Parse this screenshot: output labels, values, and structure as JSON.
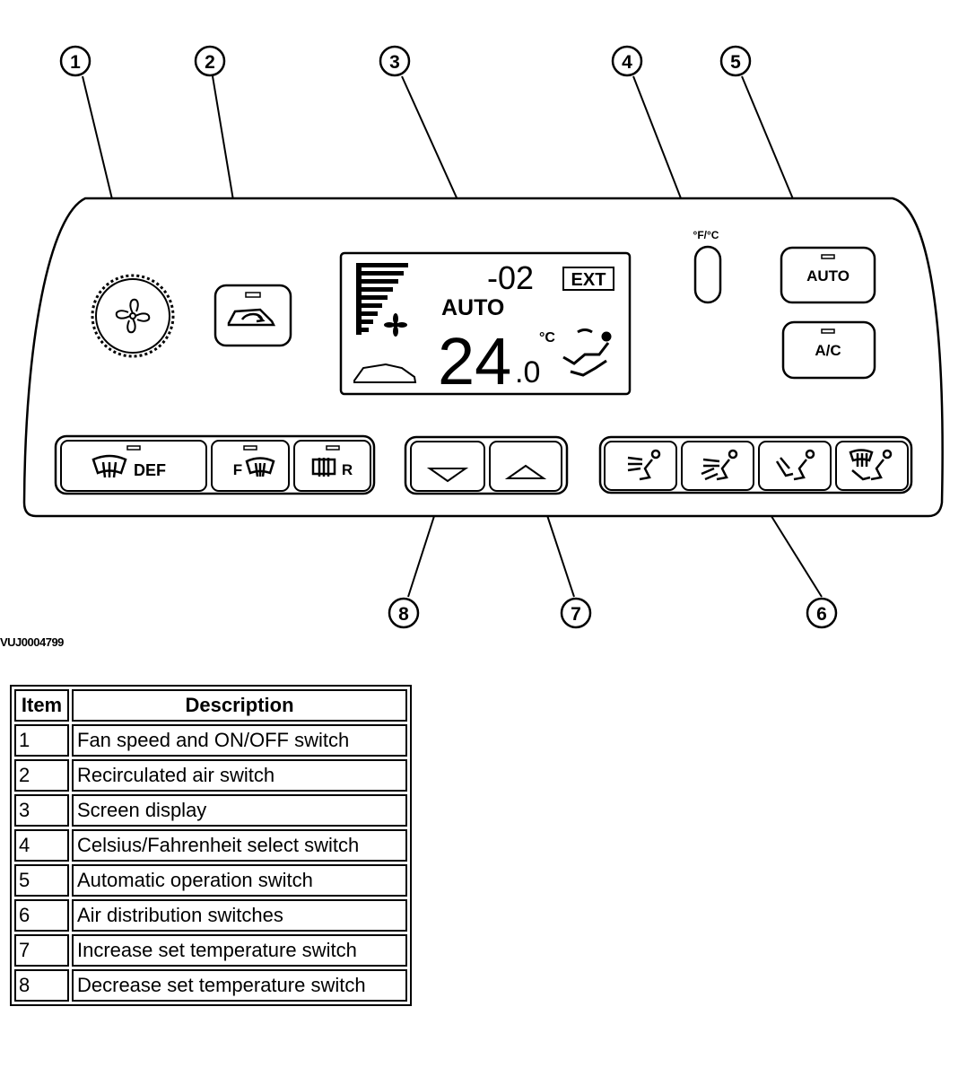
{
  "figure_id": "VUJ0004799",
  "callouts": [
    "1",
    "2",
    "3",
    "4",
    "5",
    "6",
    "7",
    "8"
  ],
  "display": {
    "outside_temp": "-02",
    "ext_label": "EXT",
    "mode": "AUTO",
    "set_temp_main": "24",
    "set_temp_decimal": ".0",
    "unit": "°C"
  },
  "panel": {
    "unit_switch_label": "°F/°C",
    "auto_label": "AUTO",
    "ac_label": "A/C",
    "def_label": "DEF",
    "front_defrost_letter": "F",
    "rear_defrost_letter": "R"
  },
  "table": {
    "headers": {
      "item": "Item",
      "description": "Description"
    },
    "rows": [
      {
        "item": "1",
        "description": "Fan speed and ON/OFF switch"
      },
      {
        "item": "2",
        "description": "Recirculated air switch"
      },
      {
        "item": "3",
        "description": "Screen display"
      },
      {
        "item": "4",
        "description": "Celsius/Fahrenheit select switch"
      },
      {
        "item": "5",
        "description": "Automatic operation switch"
      },
      {
        "item": "6",
        "description": "Air distribution switches"
      },
      {
        "item": "7",
        "description": "Increase set temperature switch"
      },
      {
        "item": "8",
        "description": "Decrease set temperature switch"
      }
    ]
  }
}
